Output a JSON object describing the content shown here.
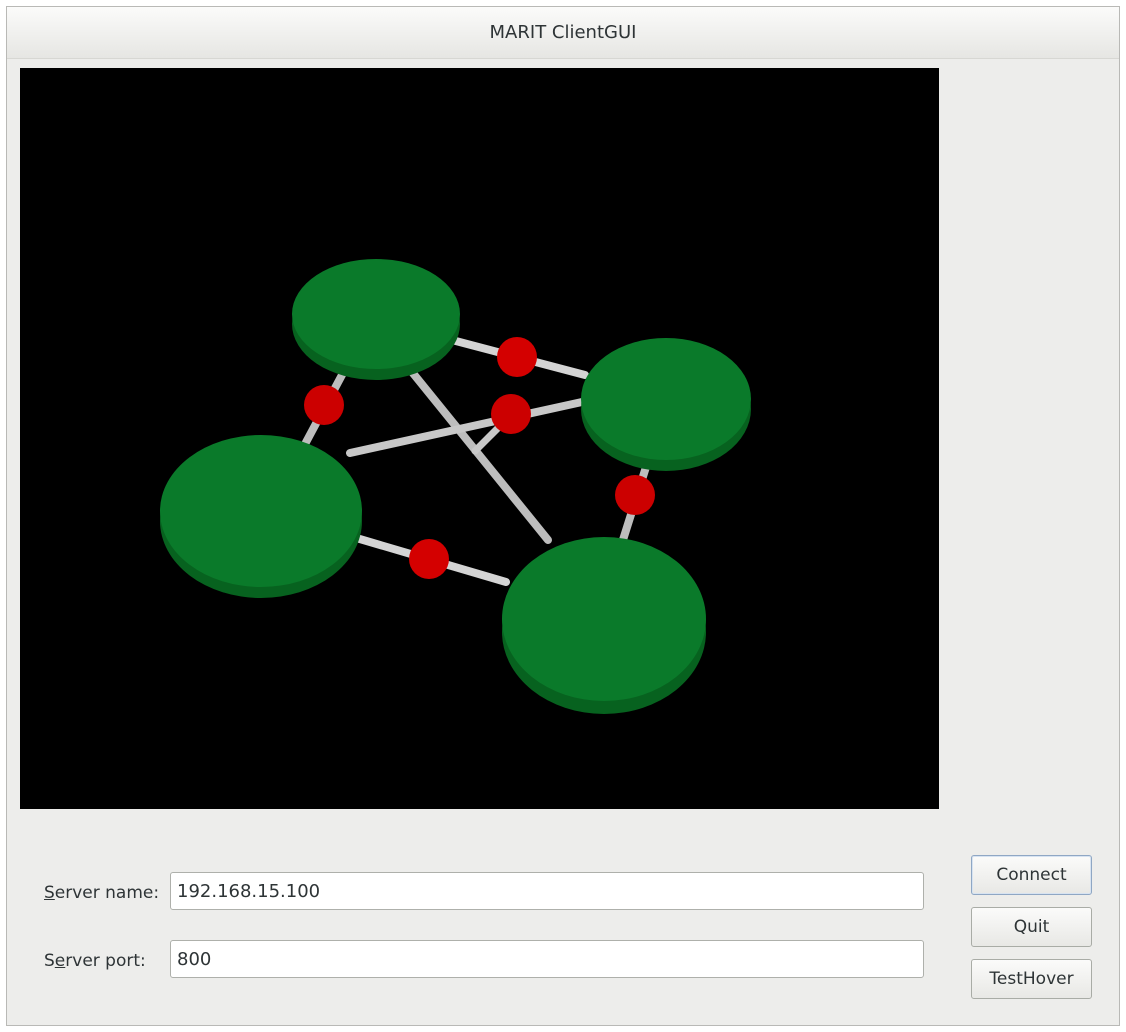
{
  "window": {
    "title": "MARIT ClientGUI"
  },
  "form": {
    "server_name": {
      "mnemonic": "S",
      "label_rest": "erver name:",
      "value": "192.168.15.100"
    },
    "server_port": {
      "label_pre": "S",
      "mnemonic": "e",
      "label_rest": "rver port:",
      "value": "800"
    }
  },
  "buttons": {
    "connect": "Connect",
    "quit": "Quit",
    "test_hover": "TestHover"
  },
  "scene": {
    "background": "#000000",
    "disc_color": "#0a7a2a",
    "disc_side_color": "#07621f",
    "link_color": "#c8c8c8",
    "joint_color": "#cc0000"
  }
}
